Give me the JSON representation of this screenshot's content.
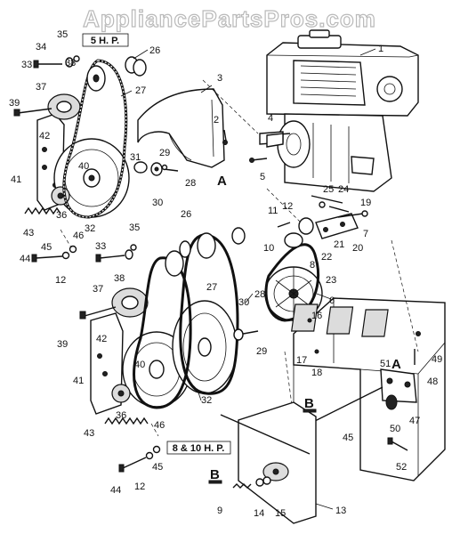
{
  "watermark": "AppliancePartsPros.com",
  "section_labels": {
    "top_variant": "5 H. P.",
    "bottom_variant": "8 & 10 H. P."
  },
  "reference_letters": [
    "A",
    "A",
    "B",
    "B"
  ],
  "callouts": [
    "1",
    "2",
    "3",
    "4",
    "5",
    "6",
    "7",
    "8",
    "9",
    "10",
    "11",
    "12",
    "12",
    "12",
    "13",
    "14",
    "15",
    "16",
    "17",
    "18",
    "19",
    "20",
    "21",
    "22",
    "23",
    "24",
    "25",
    "26",
    "26",
    "27",
    "27",
    "28",
    "28",
    "29",
    "29",
    "30",
    "30",
    "31",
    "32",
    "32",
    "33",
    "33",
    "34",
    "35",
    "35",
    "36",
    "36",
    "37",
    "37",
    "38",
    "38",
    "39",
    "39",
    "40",
    "40",
    "41",
    "41",
    "42",
    "42",
    "43",
    "43",
    "44",
    "44",
    "45",
    "45",
    "45",
    "46",
    "46",
    "47",
    "48",
    "49",
    "50",
    "51",
    "52"
  ]
}
